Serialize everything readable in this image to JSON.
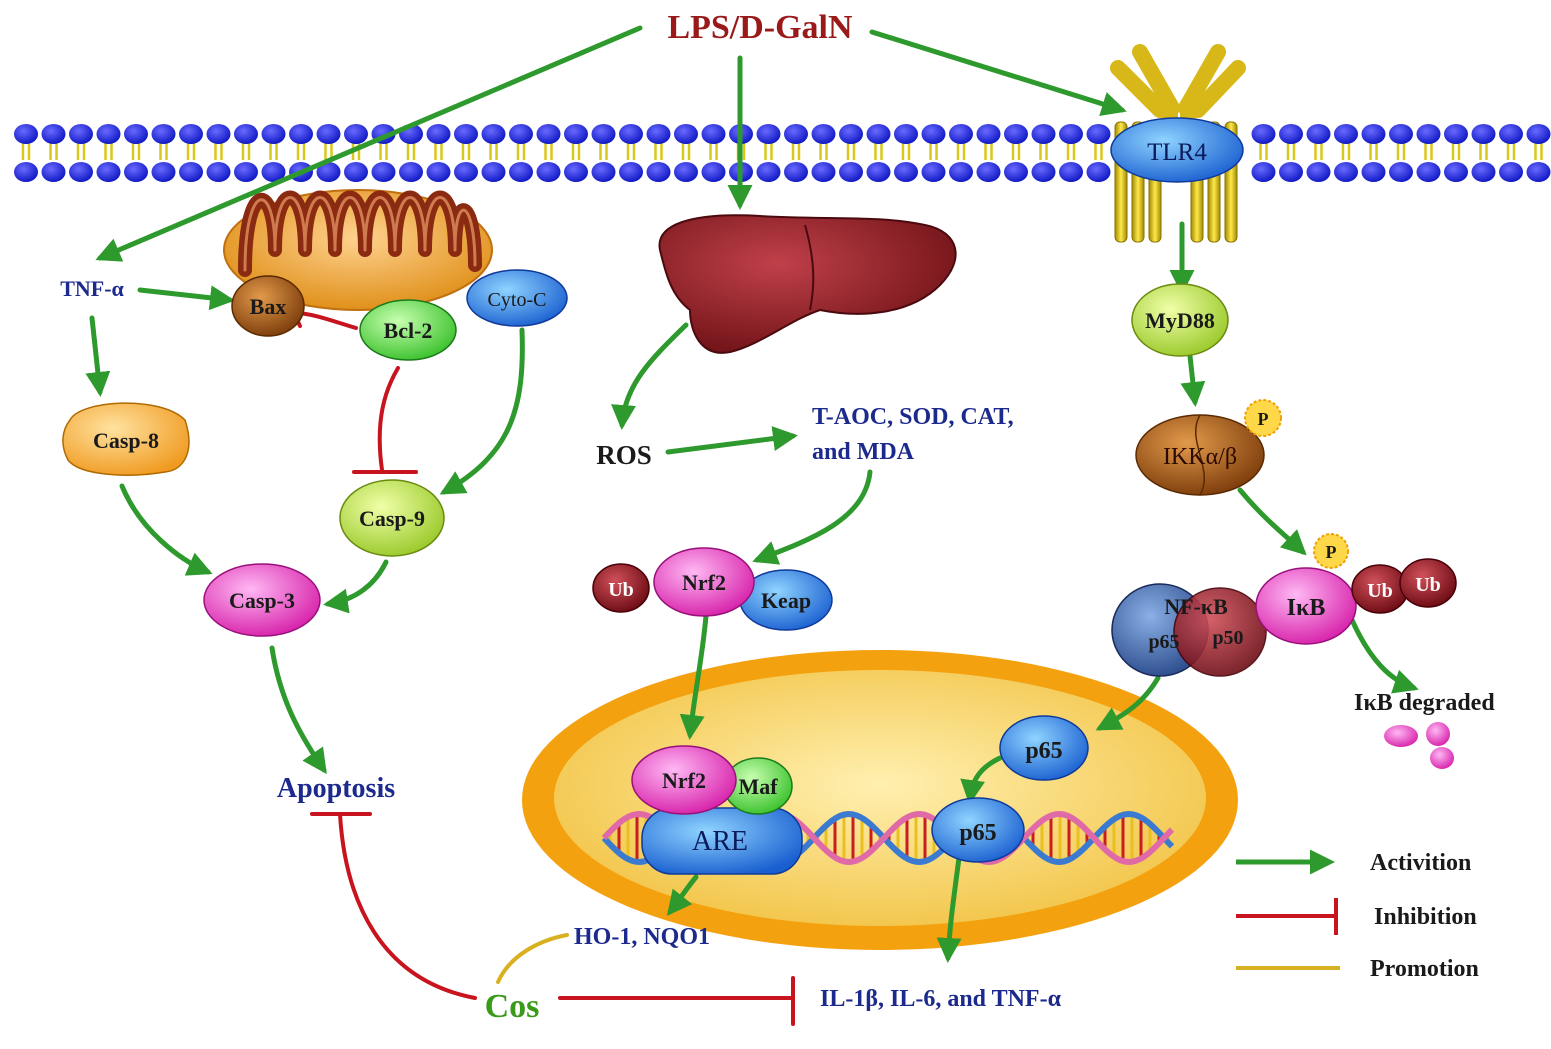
{
  "title": "LPS/D-GalN",
  "membrane": {
    "receptor": "TLR4"
  },
  "apoptosis_pathway": {
    "tnf": "TNF-α",
    "bax": "Bax",
    "bcl2": "Bcl-2",
    "cytoc": "Cyto-C",
    "casp8": "Casp-8",
    "casp9": "Casp-9",
    "casp3": "Casp-3",
    "apoptosis": "Apoptosis"
  },
  "oxidative_pathway": {
    "ros": "ROS",
    "markers_line1": "T-AOC, SOD, CAT,",
    "markers_line2": "and MDA",
    "ub": "Ub",
    "nrf2": "Nrf2",
    "keap": "Keap",
    "nrf2_nuclear": "Nrf2",
    "maf": "Maf",
    "are": "ARE",
    "genes": "HO-1, NQO1"
  },
  "inflammatory_pathway": {
    "myd88": "MyD88",
    "ikk": "IKKα/β",
    "phospho1": "P",
    "phospho2": "P",
    "nfkb": "NF-κB",
    "p65": "p65",
    "p50": "p50",
    "ikb": "IκB",
    "ub1": "Ub",
    "ub2": "Ub",
    "ikb_degraded": "IκB degraded",
    "p65_cyto": "p65",
    "p65_nuclear": "p65",
    "cytokines": "IL-1β, IL-6, and TNF-α"
  },
  "treatment": "Cos",
  "legend": {
    "activation": "Activition",
    "inhibition": "Inhibition",
    "promotion": "Promotion"
  },
  "colors": {
    "activation": "#2e9a2e",
    "inhibition": "#c8141e",
    "promotion": "#d8b020",
    "label_blue": "#1b2a8c",
    "title_red": "#9a1a1a",
    "cos_green": "#3a9a1a"
  }
}
